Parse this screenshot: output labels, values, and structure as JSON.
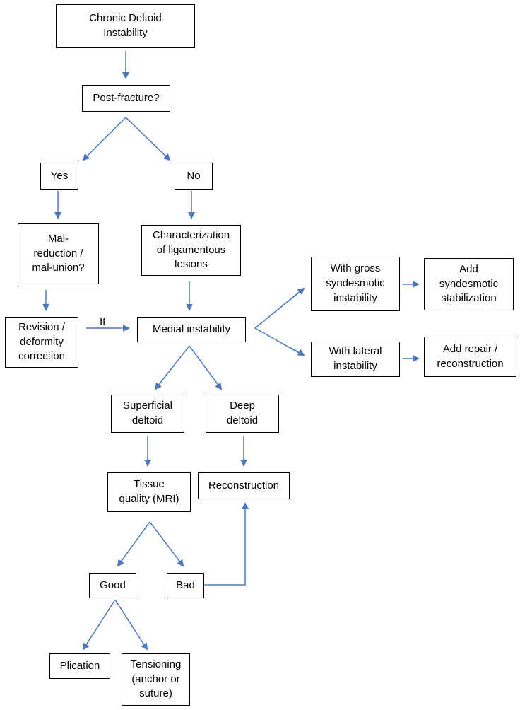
{
  "nodes": {
    "chronic_deltoid_instability": "Chronic Deltoid\nInstability",
    "post_fracture": "Post-fracture?",
    "yes": "Yes",
    "no": "No",
    "malreduction": "Mal-\nreduction /\nmal-union?",
    "characterization": "Characterization\nof ligamentous\nlesions",
    "revision": "Revision /\ndeformity\ncorrection",
    "medial_instability": "Medial instability",
    "gross_syndesmotic": "With gross\nsyndesmotic\ninstability",
    "add_syndesmotic": "Add\nsyndesmotic\nstabilization",
    "lateral_instability": "With lateral\ninstability",
    "add_repair": "Add repair /\nreconstruction",
    "superficial_deltoid": "Superficial\ndeltoid",
    "deep_deltoid": "Deep\ndeltoid",
    "tissue_quality": "Tissue\nquality (MRI)",
    "reconstruction": "Reconstruction",
    "good": "Good",
    "bad": "Bad",
    "plication": "Plication",
    "tensioning": "Tensioning\n(anchor or\nsuture)"
  },
  "edge_labels": {
    "if": "If"
  },
  "colors": {
    "arrow": "#4a78c0",
    "box_border": "#000000"
  }
}
